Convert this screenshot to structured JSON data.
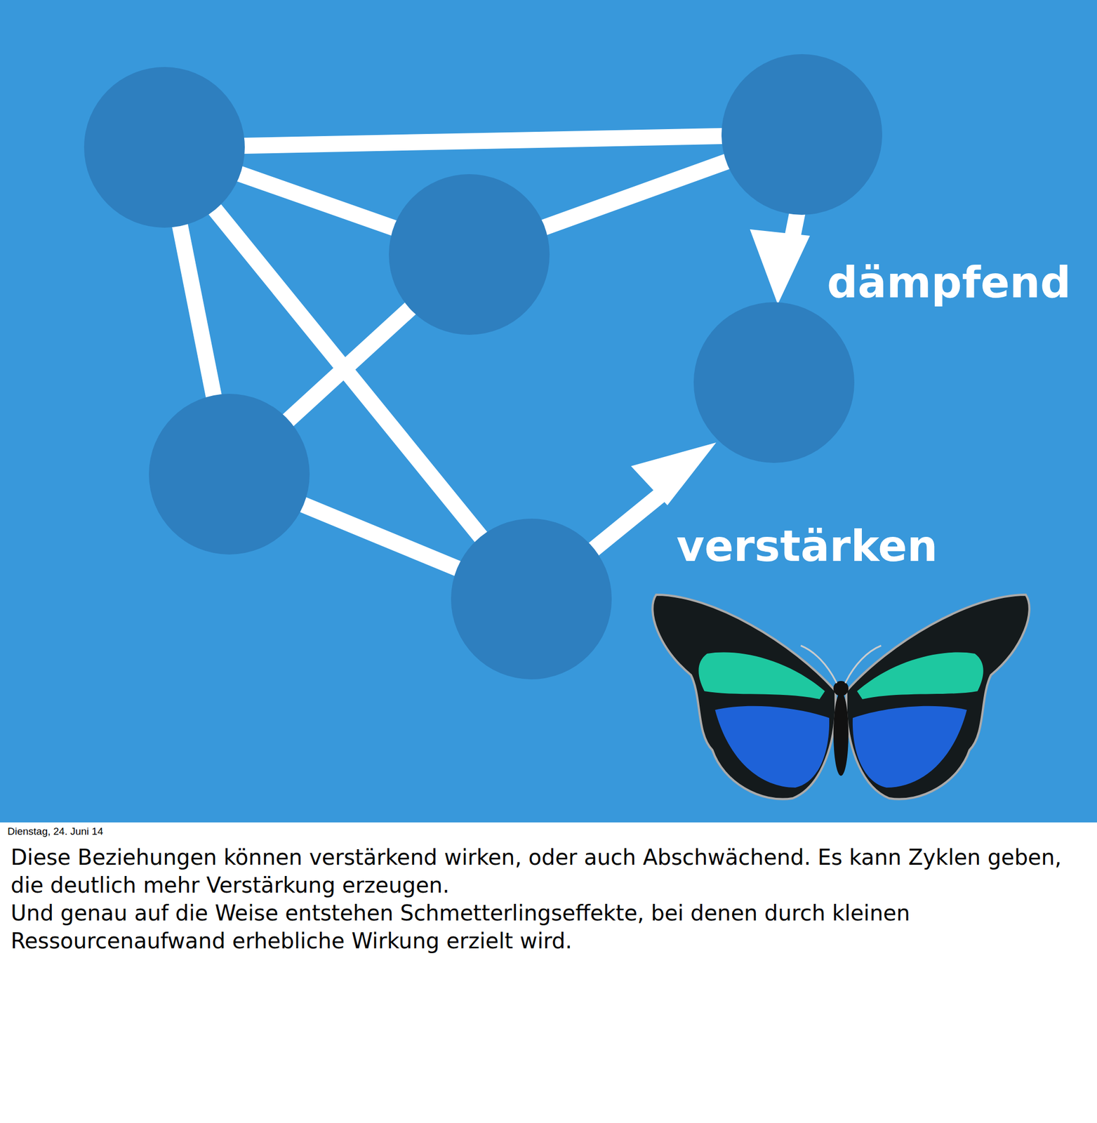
{
  "diagram": {
    "labels": [
      "dämpfend",
      "verstärken",
      "Dienstag, 24. Juni 14",
      "Diese Beziehungen können verstärkend wirken, oder auch Abschwächend. Es kann Zyklen geben, die deutlich mehr Verstärkung erzeugen.",
      "Und genau auf die Weise entstehen Schmetterlingseffekte, bei denen durch kleinen Ressourcenaufwand erhebliche Wirkung erzielt wird."
    ]
  }
}
